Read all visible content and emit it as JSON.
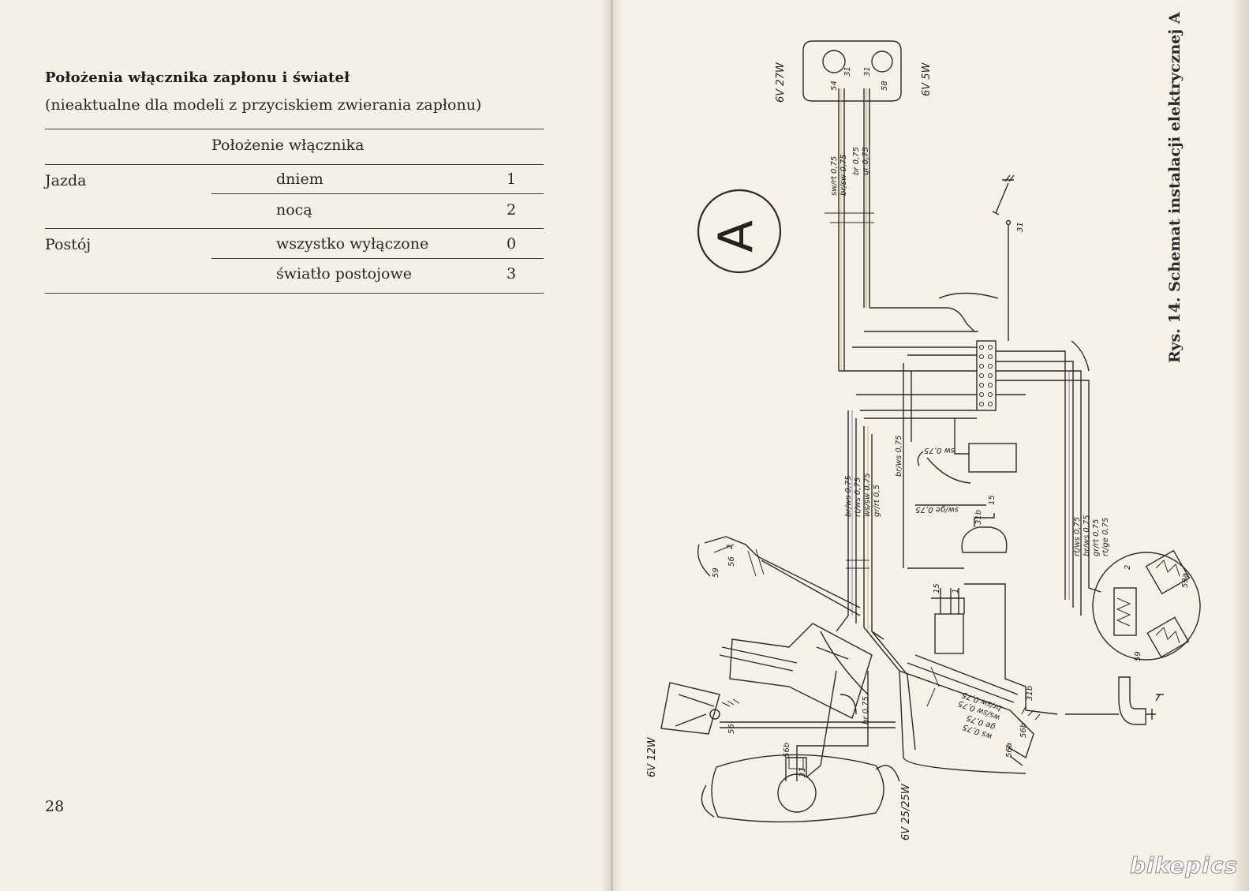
{
  "left_page": {
    "title": "Położenia włącznika zapłonu i świateł",
    "subtitle": "(nieaktualne dla modeli z przyciskiem zwierania zapłonu)",
    "table": {
      "header": "Położenie włącznika",
      "groups": [
        {
          "label": "Jazda",
          "rows": [
            {
              "state": "dniem",
              "value": "1"
            },
            {
              "state": "nocą",
              "value": "2"
            }
          ]
        },
        {
          "label": "Postój",
          "rows": [
            {
              "state": "wszystko wyłączone",
              "value": "0"
            },
            {
              "state": "światło postojowe",
              "value": "3"
            }
          ]
        }
      ]
    },
    "page_number": "28"
  },
  "right_page": {
    "caption": "Rys. 14. Schemat instalacji elektrycznej A",
    "circle_letter": "A",
    "labels": {
      "bulb_left": "6V 27W",
      "bulb_right": "6V 5W",
      "t54": "54",
      "t31a": "31",
      "t31b": "31",
      "t58": "58",
      "wires_top": [
        "sw/rt 0,75",
        "br/sw 0,75",
        "br 0,75",
        "gr 0,75"
      ],
      "ground_31": "31",
      "wire_brws": "br/ws 0,75",
      "wire_sw075": "sw 0,75",
      "wires_mid": [
        "br/ws 0,75",
        "rt/ws 0,75",
        "ws/sw 0,75",
        "gr/rt 0,5"
      ],
      "wire_swge": "sw/ge 0,75",
      "horn_15": "15",
      "horn_31b": "31b",
      "coil_15": "15",
      "coil_1": "1",
      "wires_right": [
        "rt/ws 0,75",
        "br/ws 0,75",
        "gr/rt 0,75",
        "rt/ge 0,75"
      ],
      "mag_2": "2",
      "mag_59a": "59a",
      "mag_59": "59",
      "sw_59": "59",
      "sw_56": "56",
      "sw_2": "2",
      "wire_br075": "br 0,75",
      "bulb_rear": "6V 12W",
      "t56": "56",
      "wires_low": [
        "br/sw 0,75",
        "ws/sw 0,75",
        "ge 0,75",
        "ws 0,75"
      ],
      "t31b_low": "31b",
      "t56a": "56a",
      "t56b": "56b",
      "hl_56b": "56b",
      "hl_31": "31",
      "headlight": "6V 25/25W"
    },
    "watermark": "bikepics"
  }
}
